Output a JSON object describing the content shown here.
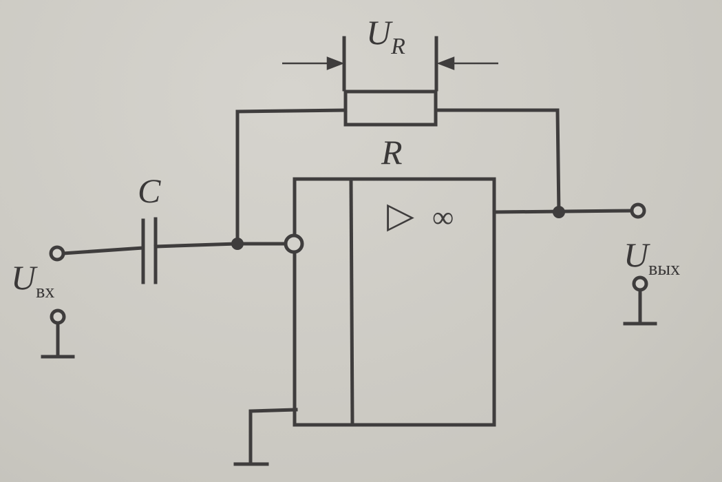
{
  "diagram": {
    "labels": {
      "input": {
        "main": "U",
        "sub": "вх"
      },
      "output": {
        "main": "U",
        "sub": "вых"
      },
      "resistor_voltage": {
        "main": "U",
        "sub": "R"
      },
      "resistor": "R",
      "capacitor": "C",
      "opamp_symbol": "▷",
      "opamp_gain": "∞"
    },
    "colors": {
      "ink": "#3f3d3d",
      "paper": "#cfcdc6"
    }
  }
}
